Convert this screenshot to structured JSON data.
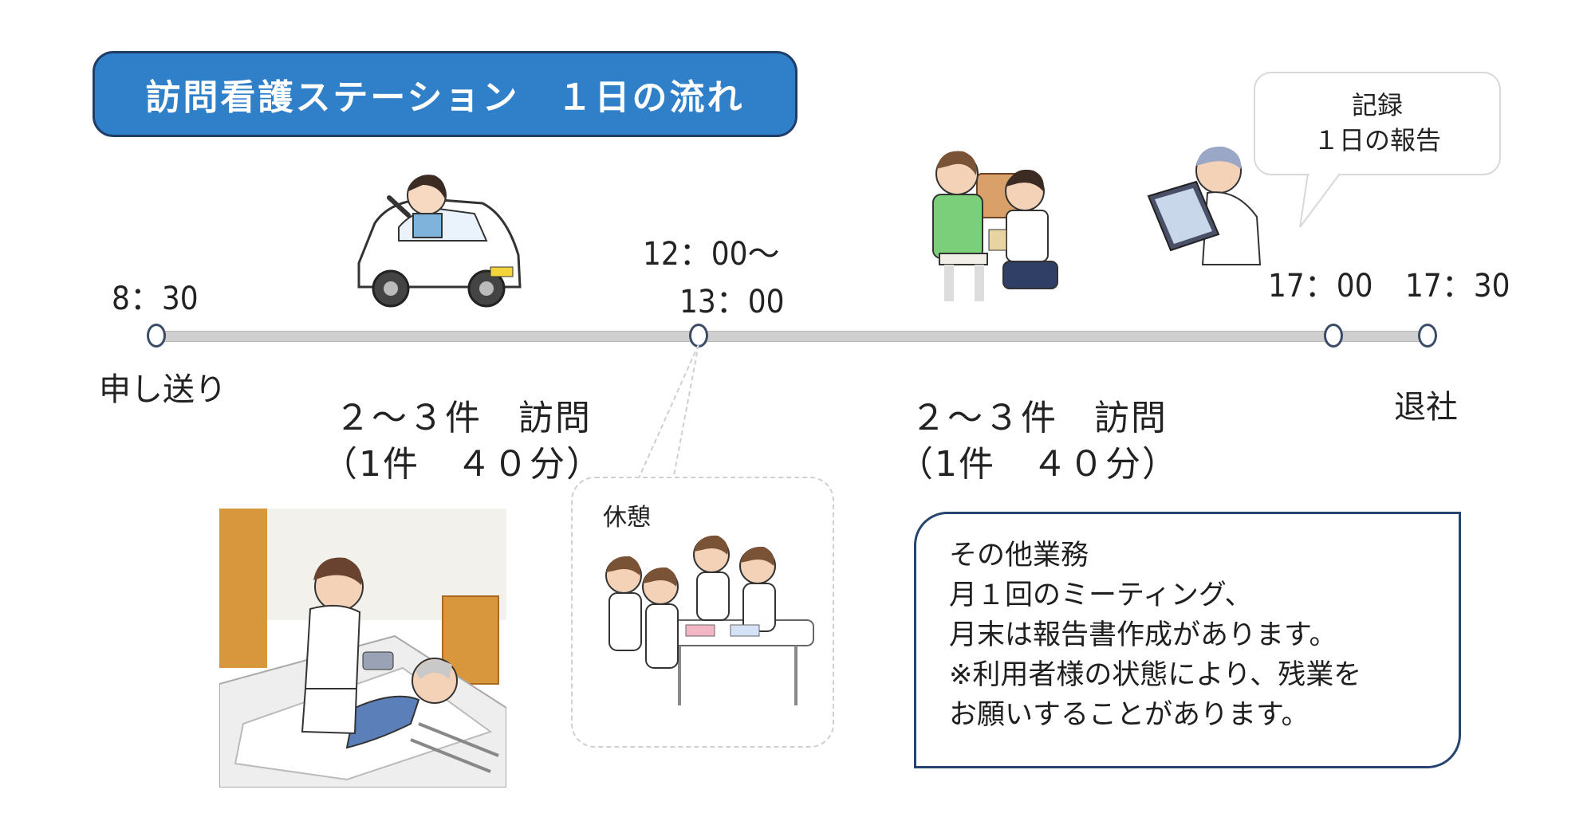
{
  "title": "訪問看護ステーション　１日の流れ",
  "timeline": {
    "nodes": [
      {
        "time": "8：30",
        "label": "申し送り"
      },
      {
        "time_line1": "12：00～",
        "time_line2": "13：00"
      },
      {
        "time": "17：00"
      },
      {
        "time": "17：30",
        "label": "退社"
      }
    ],
    "morning_visit": {
      "line1": "２～３件　訪問",
      "line2": "（1件　４０分）"
    },
    "afternoon_visit": {
      "line1": "２～３件　訪問",
      "line2": "（1件　４０分）"
    }
  },
  "record_bubble": {
    "line1": "記録",
    "line2": "１日の報告"
  },
  "break_bubble": {
    "label": "休憩"
  },
  "other_work": {
    "lines": [
      "その他業務",
      "月１回のミーティング、",
      "月末は報告書作成があります。",
      "※利用者様の状態により、残業を",
      "お願いすることがあります。"
    ]
  },
  "illustrations": [
    "car-driver-illustration",
    "nurse-with-patient-illustration",
    "nurse-home-care-illustration",
    "nurse-tablet-illustration",
    "staff-break-illustration"
  ],
  "colors": {
    "banner": "#2f7fc9",
    "banner_border": "#1f3d66",
    "box_border": "#26446e"
  }
}
